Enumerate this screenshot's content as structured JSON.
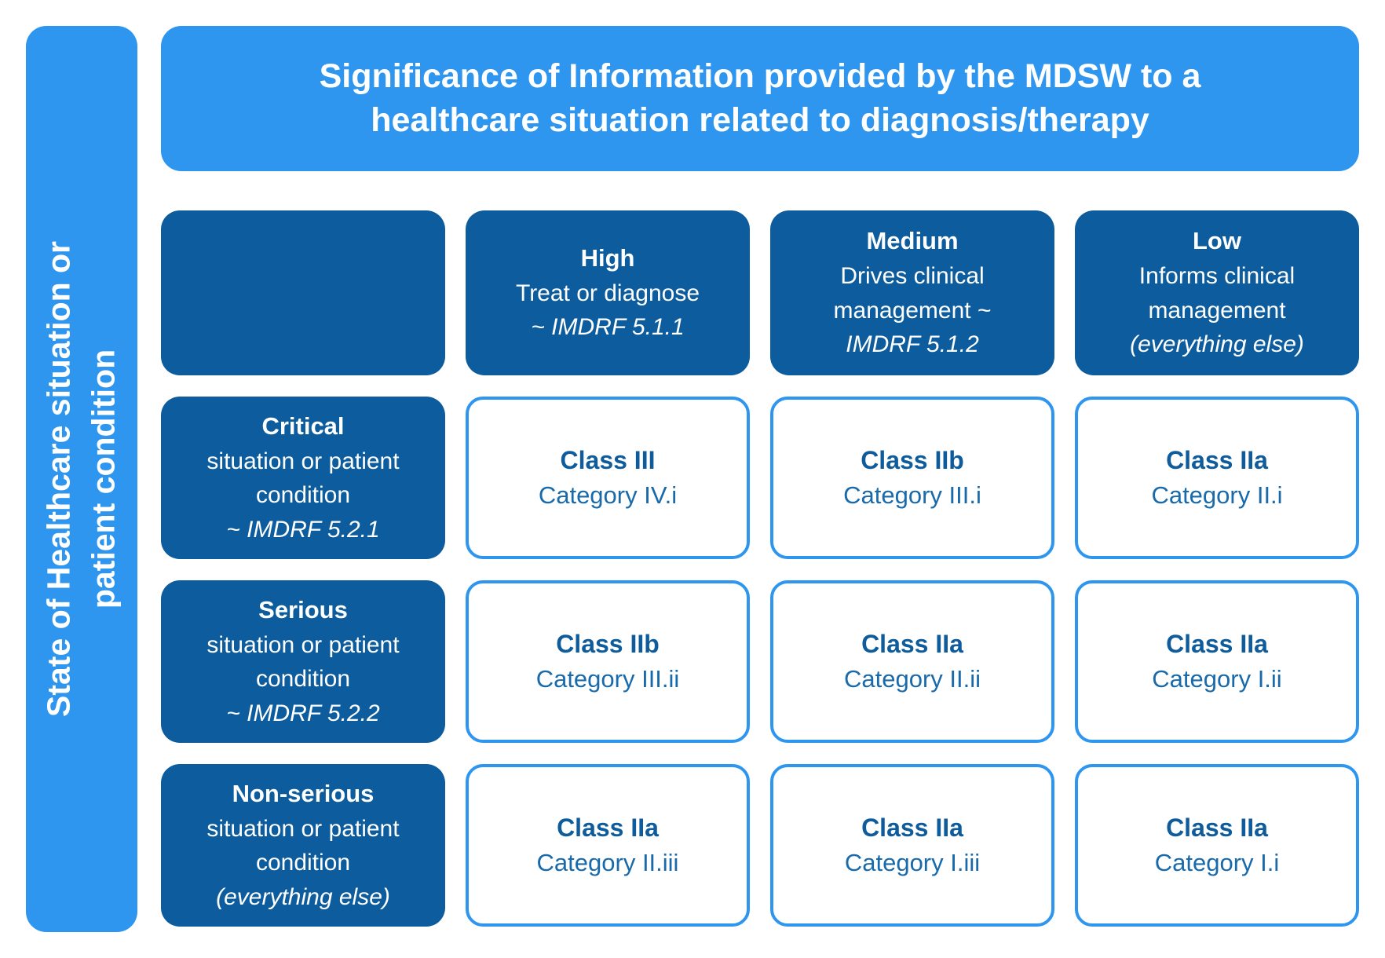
{
  "colors": {
    "light_blue": "#2E96EE",
    "dark_blue": "#0D5C9D",
    "class_text": "#0E5C9C",
    "category_text": "#186AAB",
    "background": "#FFFFFF",
    "cell_text": "#FFFFFF"
  },
  "sidebar": {
    "line1": "State of Healthcare situation or",
    "line2": "patient condition"
  },
  "header": {
    "title": "Significance of Information provided by the MDSW to a healthcare situation related to diagnosis/therapy"
  },
  "columns": [
    {
      "title": "High",
      "subtitle": "Treat or diagnose",
      "note": "~ IMDRF 5.1.1"
    },
    {
      "title": "Medium",
      "subtitle": "Drives clinical management ~",
      "note": "IMDRF 5.1.2"
    },
    {
      "title": "Low",
      "subtitle": "Informs clinical management",
      "note": "(everything else)"
    }
  ],
  "rows": [
    {
      "title": "Critical",
      "subtitle": "situation or patient condition",
      "note": "~ IMDRF 5.2.1"
    },
    {
      "title": "Serious",
      "subtitle": "situation or patient condition",
      "note": "~ IMDRF 5.2.2"
    },
    {
      "title": "Non-serious",
      "subtitle": "situation or patient condition",
      "note": "(everything else)"
    }
  ],
  "cells": [
    [
      {
        "class": "Class III",
        "category": "Category IV.i"
      },
      {
        "class": "Class IIb",
        "category": "Category III.i"
      },
      {
        "class": "Class IIa",
        "category": "Category II.i"
      }
    ],
    [
      {
        "class": "Class IIb",
        "category": "Category III.ii"
      },
      {
        "class": "Class IIa",
        "category": "Category II.ii"
      },
      {
        "class": "Class IIa",
        "category": "Category I.ii"
      }
    ],
    [
      {
        "class": "Class IIa",
        "category": "Category II.iii"
      },
      {
        "class": "Class IIa",
        "category": "Category I.iii"
      },
      {
        "class": "Class IIa",
        "category": "Category I.i"
      }
    ]
  ],
  "chart_data": {
    "type": "table",
    "title": "Significance of Information provided by the MDSW to a healthcare situation related to diagnosis/therapy",
    "row_axis_label": "State of Healthcare situation or patient condition",
    "column_headers": [
      "High ~ IMDRF 5.1.1",
      "Medium ~ IMDRF 5.1.2",
      "Low (everything else)"
    ],
    "row_headers": [
      "Critical ~ IMDRF 5.2.1",
      "Serious ~ IMDRF 5.2.2",
      "Non-serious (everything else)"
    ],
    "values": [
      [
        "Class III / Category IV.i",
        "Class IIb / Category III.i",
        "Class IIa / Category II.i"
      ],
      [
        "Class IIb / Category III.ii",
        "Class IIa / Category II.ii",
        "Class IIa / Category I.ii"
      ],
      [
        "Class IIa / Category II.iii",
        "Class IIa / Category I.iii",
        "Class IIa / Category I.i"
      ]
    ]
  }
}
